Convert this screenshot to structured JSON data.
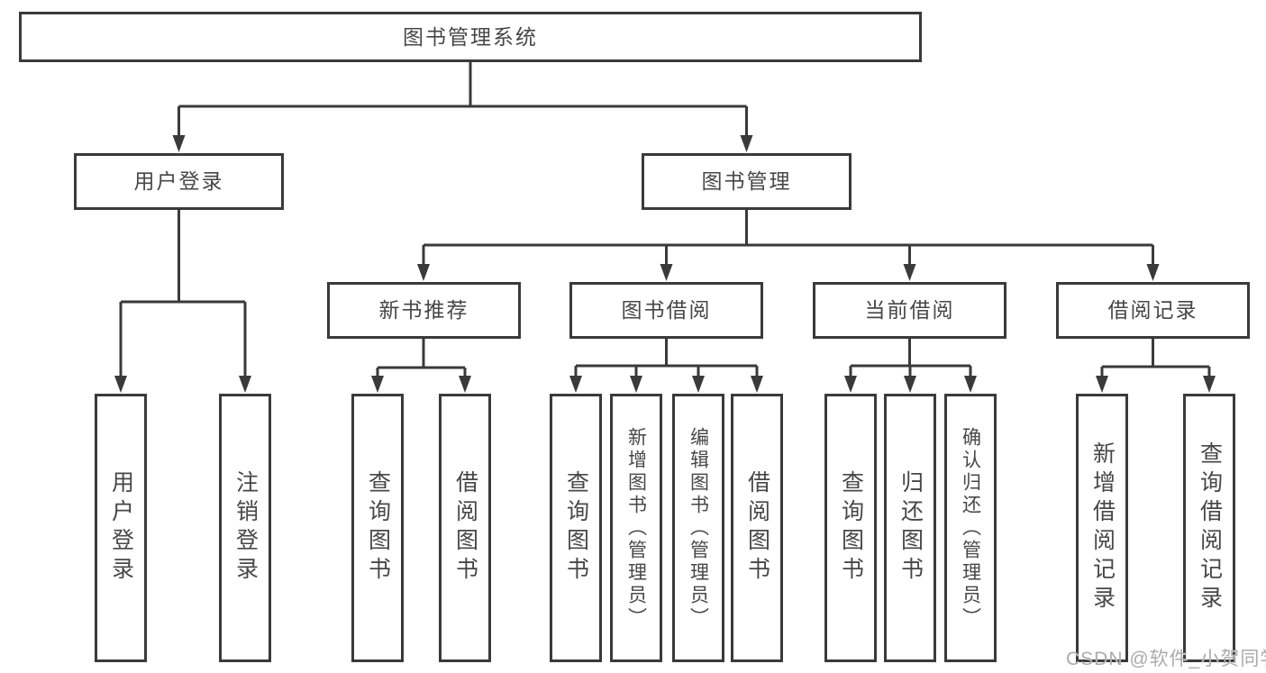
{
  "colors": {
    "line": "#3a3a3a",
    "text": "#474747",
    "box_bg": "#ffffff",
    "watermark": "#ababab"
  },
  "watermark": "CSDN @软件_小贺同学",
  "tree": {
    "root": {
      "label": "图书管理系统"
    },
    "level2": [
      {
        "label": "用户登录",
        "children": [
          {
            "label": "用户登录"
          },
          {
            "label": "注销登录"
          }
        ]
      },
      {
        "label": "图书管理",
        "children": [
          {
            "label": "新书推荐",
            "children": [
              {
                "label": "查询图书"
              },
              {
                "label": "借阅图书"
              }
            ]
          },
          {
            "label": "图书借阅",
            "children": [
              {
                "label": "查询图书"
              },
              {
                "label": "新增图书（管理员）"
              },
              {
                "label": "编辑图书（管理员）"
              },
              {
                "label": "借阅图书"
              }
            ]
          },
          {
            "label": "当前借阅",
            "children": [
              {
                "label": "查询图书"
              },
              {
                "label": "归还图书"
              },
              {
                "label": "确认归还（管理员）"
              }
            ]
          },
          {
            "label": "借阅记录",
            "children": [
              {
                "label": "新增借阅记录"
              },
              {
                "label": "查询借阅记录"
              }
            ]
          }
        ]
      }
    ]
  }
}
